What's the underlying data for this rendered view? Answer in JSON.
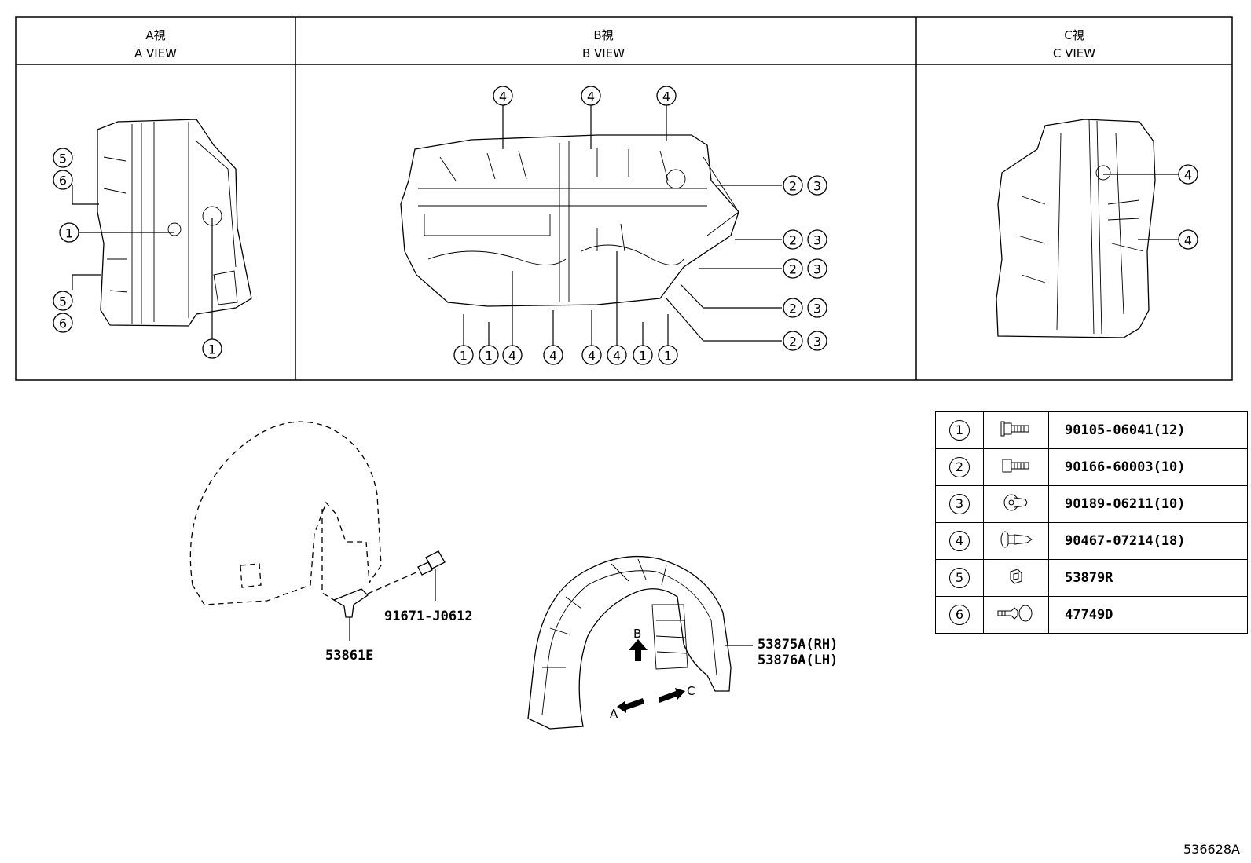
{
  "views": {
    "a": {
      "title_jp": "A視",
      "title_en": "A VIEW"
    },
    "b": {
      "title_jp": "B視",
      "title_en": "B VIEW"
    },
    "c": {
      "title_jp": "C視",
      "title_en": "C VIEW"
    }
  },
  "callouts": {
    "a_view": [
      "5",
      "6",
      "1",
      "5",
      "6",
      "1"
    ],
    "b_view_top": [
      "4",
      "4",
      "4"
    ],
    "b_view_right": [
      "2",
      "3",
      "2",
      "3",
      "2",
      "3",
      "2",
      "3",
      "2",
      "3"
    ],
    "b_view_bottom": [
      "1",
      "1",
      "4",
      "4",
      "4",
      "4",
      "1",
      "1"
    ],
    "c_view": [
      "4",
      "4"
    ]
  },
  "parts": {
    "bracket_part": "53861E",
    "bolt_part": "91671-J0612",
    "liner_rh": "53875A(RH)",
    "liner_lh": "53876A(LH)",
    "arrow_a": "A",
    "arrow_b": "B",
    "arrow_c": "C"
  },
  "legend": [
    {
      "no": "1",
      "icon": "bolt-washer-icon",
      "part": "90105-06041(12)"
    },
    {
      "no": "2",
      "icon": "bolt-icon",
      "part": "90166-60003(10)"
    },
    {
      "no": "3",
      "icon": "clip-nut-icon",
      "part": "90189-06211(10)"
    },
    {
      "no": "4",
      "icon": "push-rivet-icon",
      "part": "90467-07214(18)"
    },
    {
      "no": "5",
      "icon": "retainer-clip-icon",
      "part": "53879R"
    },
    {
      "no": "6",
      "icon": "grommet-clip-icon",
      "part": "47749D"
    }
  ],
  "diagram_ref": "536628A"
}
